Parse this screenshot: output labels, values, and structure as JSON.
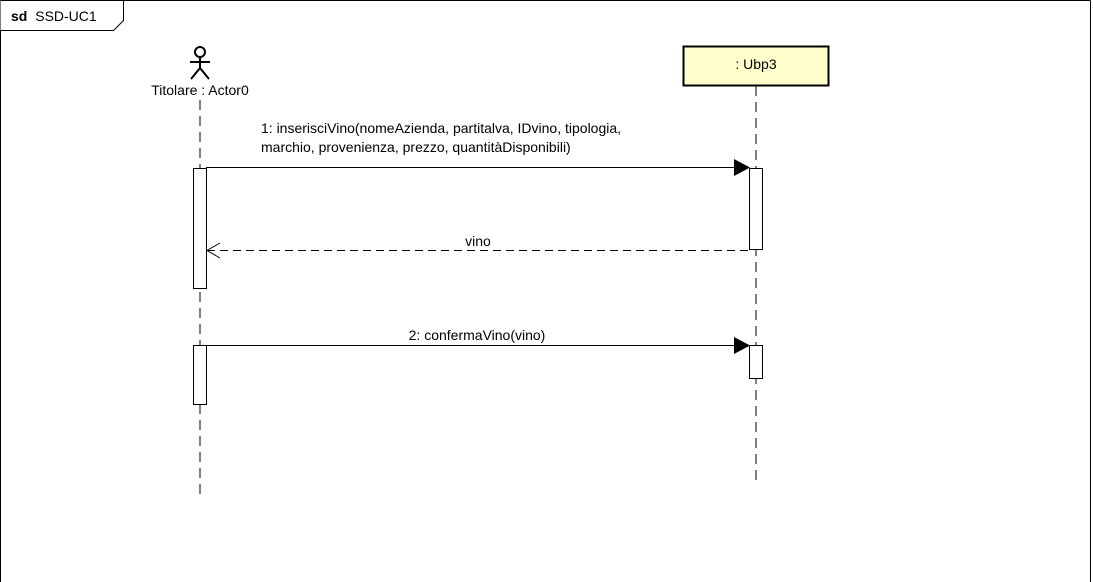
{
  "frame": {
    "keyword": "sd",
    "name": "SSD-UC1"
  },
  "lifelines": {
    "actor": {
      "label": "Titolare : Actor0"
    },
    "system": {
      "label": ": Ubp3"
    }
  },
  "messages": [
    {
      "line1": "1: inserisciVino(nomeAzienda, partitalva, IDvino, tipologia,",
      "line2": "marchio, provenienza,  prezzo, quantitàDisponibili)"
    },
    {
      "label": "vino"
    },
    {
      "label": "2: confermaVino(vino)"
    }
  ],
  "colors": {
    "line": "#000000",
    "lifeline_box_fill": "#ffffcc",
    "background": "#ffffff"
  },
  "icons": {
    "actor": "stick-figure-icon"
  }
}
